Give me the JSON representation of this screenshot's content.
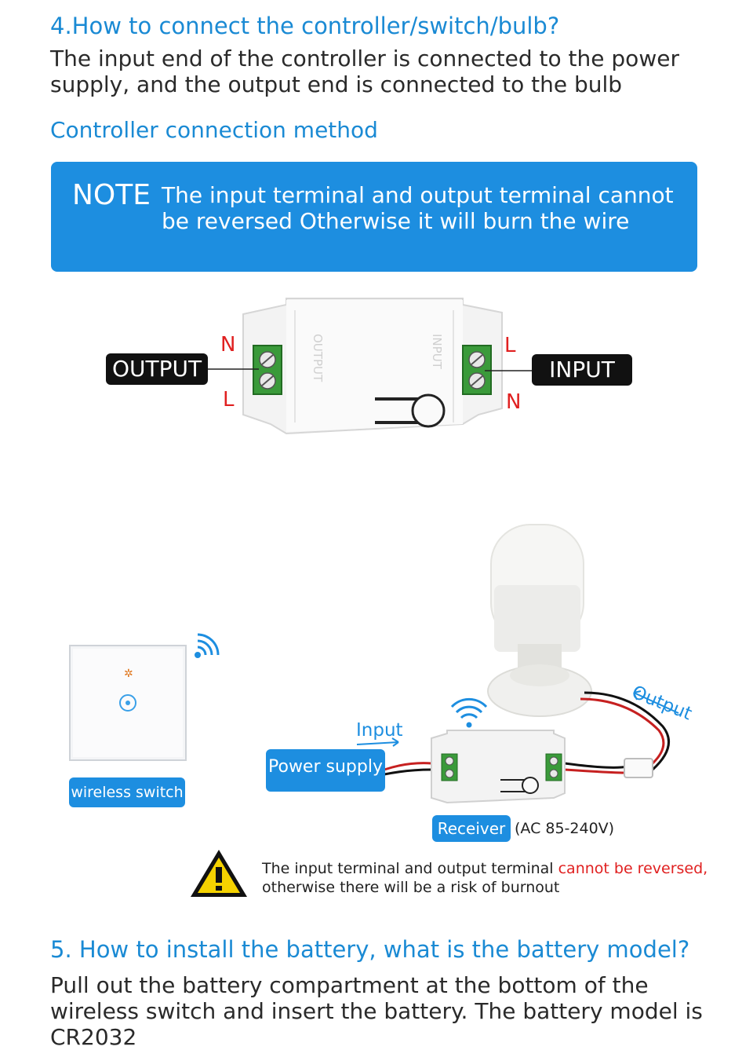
{
  "section4": {
    "title": "4.How to connect the controller/switch/bulb?",
    "description": "The input end of the controller is connected to the power supply, and the output end is connected to the bulb",
    "subtitle": "Controller connection method"
  },
  "note": {
    "label": "NOTE",
    "text": "The input terminal and output terminal cannot be reversed Otherwise it will burn the wire"
  },
  "controller_diagram": {
    "output_label": "OUTPUT",
    "input_label": "INPUT",
    "output_top_pin": "N",
    "output_bottom_pin": "L",
    "input_top_pin": "L",
    "input_bottom_pin": "N"
  },
  "wiring_diagram": {
    "switch_label": "wireless switch",
    "power_label": "Power supply",
    "input_arrow_label": "Input",
    "output_arrow_label": "Output",
    "receiver_label": "Receiver",
    "voltage": "(AC 85-240V)"
  },
  "warning": {
    "text_normal": "The input terminal and output terminal ",
    "text_red": "cannot be reversed,",
    "text_line2": "otherwise there will be a risk of burnout"
  },
  "section5": {
    "title": "5. How to install the battery, what is the battery model?",
    "description": "Pull out the battery compartment at the bottom of the wireless switch and insert the battery. The battery model is CR2032"
  },
  "colors": {
    "accent_blue": "#1d8ee0",
    "heading_blue": "#1a8ad4",
    "warning_red": "#e02020",
    "terminal_green": "#3a9a3a"
  }
}
